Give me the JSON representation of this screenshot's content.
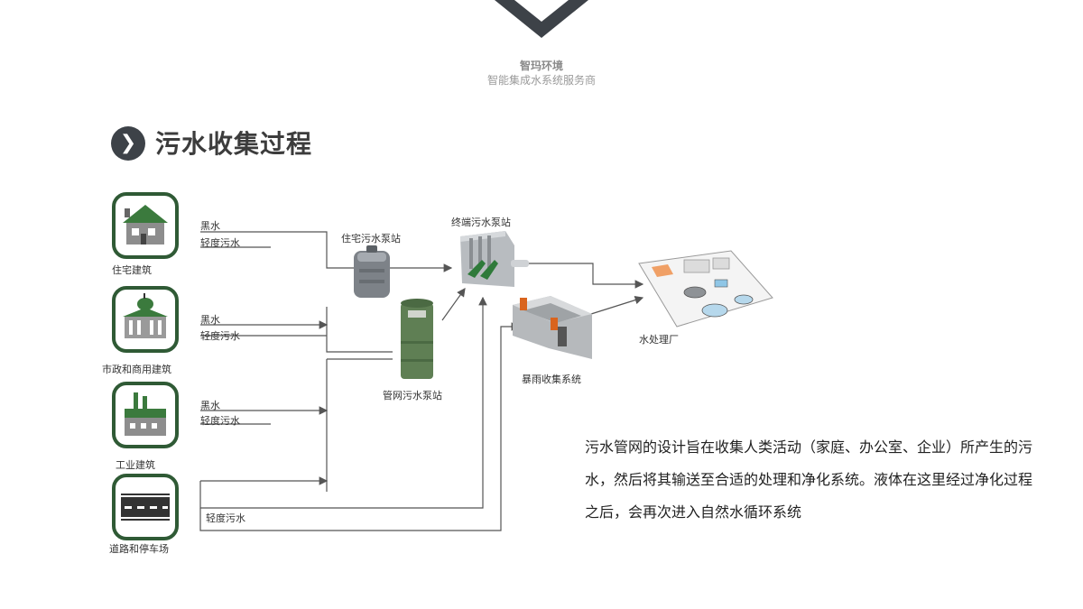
{
  "header": {
    "brand_name": "智玛环境",
    "brand_tagline": "智能集成水系统服务商"
  },
  "section": {
    "badge": "❯",
    "title": "污水收集过程"
  },
  "sources": [
    {
      "label": "住宅建筑",
      "icon": "house-icon"
    },
    {
      "label": "市政和商用建筑",
      "icon": "government-building-icon"
    },
    {
      "label": "工业建筑",
      "icon": "factory-icon"
    },
    {
      "label": "道路和停车场",
      "icon": "road-icon"
    }
  ],
  "flows": {
    "residential": [
      "黑水",
      "轻度污水"
    ],
    "municipal": [
      "黑水",
      "轻度污水"
    ],
    "industrial": [
      "黑水",
      "轻度污水"
    ],
    "road": [
      "轻度污水"
    ]
  },
  "nodes": {
    "residential_pump": "住宅污水泵站",
    "terminal_pump": "终端污水泵站",
    "pipe_pump": "管网污水泵站",
    "storm_system": "暴雨收集系统",
    "treatment_plant": "水处理厂"
  },
  "description": "污水管网的设计旨在收集人类活动（家庭、办公室、企业）所产生的污水，然后将其输送至合适的处理和净化系统。液体在这里经过净化过程之后，会再次进入自然水循环系统",
  "colors": {
    "accent_dark": "#3d4248",
    "source_border": "#2f5a35",
    "pipe_green": "#5f7f54",
    "line": "#555555"
  }
}
